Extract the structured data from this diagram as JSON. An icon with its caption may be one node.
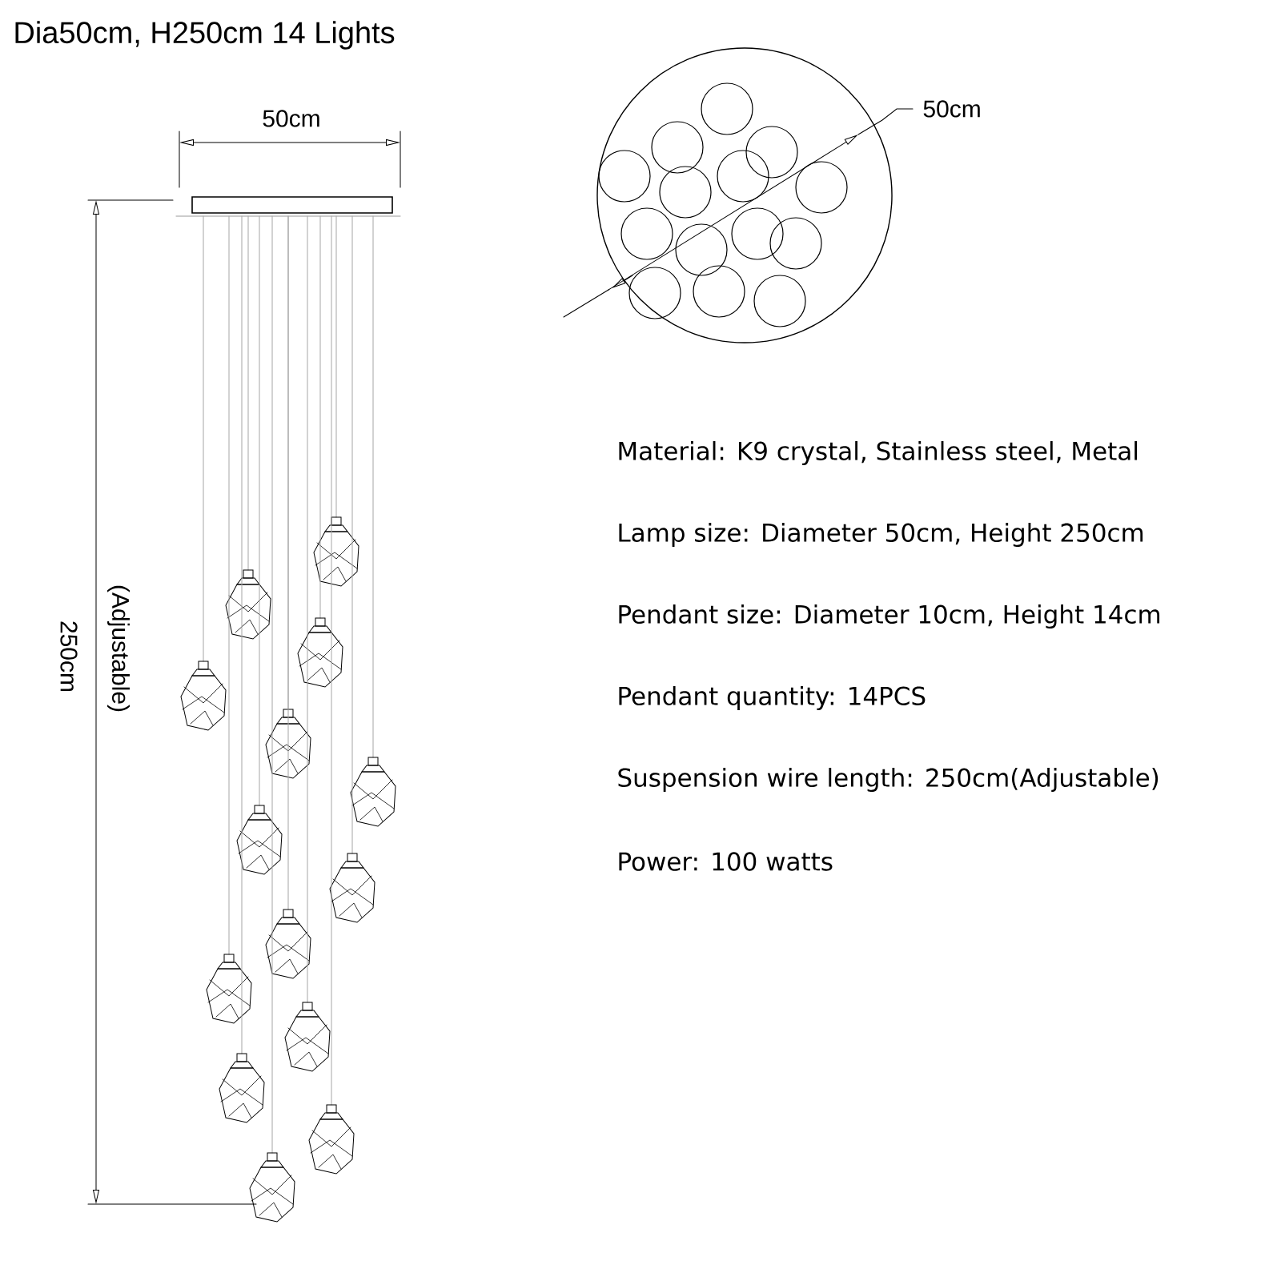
{
  "diagram": {
    "title": "Dia50cm, H250cm  14 Lights",
    "labels": [
      "50cm",
      "50cm",
      "250cm",
      "(Adjustable)",
      "Material: K9 crystal, Stainless steel, Metal",
      "Lamp size: Diameter 50cm, Height 250cm",
      "Pendant size: Diameter 10cm, Height 14cm",
      "Pendant quantity: 14PCS",
      "Suspension wire length: 250cm(Adjustable)",
      "Power: 100 watts"
    ]
  }
}
